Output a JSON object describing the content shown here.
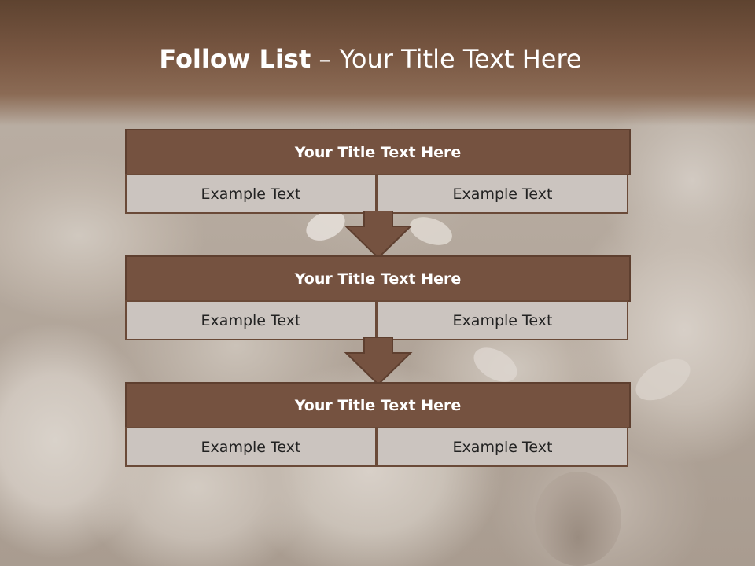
{
  "slide": {
    "title_bold": "Follow List",
    "title_separator": "–",
    "title_rest": "Your Title Text Here"
  },
  "steps": [
    {
      "title": "Your Title Text Here",
      "left_text": "Example Text",
      "right_text": "Example Text"
    },
    {
      "title": "Your Title Text Here",
      "left_text": "Example Text",
      "right_text": "Example Text"
    },
    {
      "title": "Your Title Text Here",
      "left_text": "Example Text",
      "right_text": "Example Text"
    }
  ],
  "colors": {
    "header_band": "#7a5843",
    "block_title_fill": "#755240",
    "block_cell_fill": "#cbc4bf",
    "arrow_fill": "#755240"
  },
  "icons": [
    "down-arrow-icon"
  ]
}
